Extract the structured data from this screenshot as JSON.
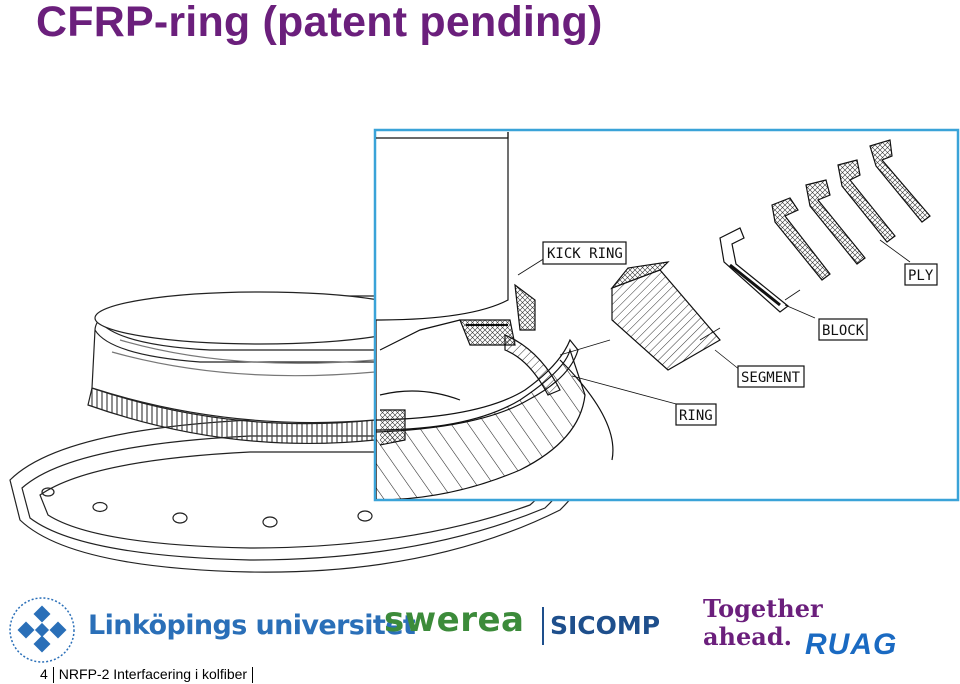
{
  "slide": {
    "title": "CFRP-ring (patent pending)",
    "page_number": "4",
    "footer_text": "NRFP-2 Interfacering i kolfiber"
  },
  "drawing": {
    "callouts": {
      "kick_ring": "KICK RING",
      "ply": "PLY",
      "block": "BLOCK",
      "segment": "SEGMENT",
      "ring": "RING"
    },
    "frame_color": "#3aa3d8"
  },
  "logos": {
    "liu": "Linköpings universitet",
    "swerea": "swerea",
    "sicomp": "SICOMP",
    "together_ahead": "Together\nahead.",
    "ruag": "RUAG"
  },
  "colors": {
    "title": "#6b1f7c",
    "liu_blue": "#2a6fb8",
    "swerea_green": "#3c8b3a",
    "sicomp_blue": "#1e4f8c",
    "ruag_blue": "#1a6ac2"
  }
}
